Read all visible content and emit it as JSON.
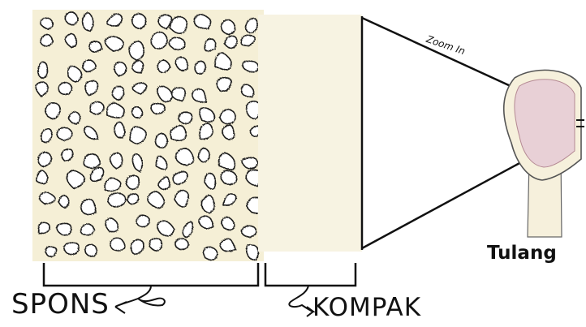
{
  "labels": {
    "spons": "SPONS",
    "kompak": "KOMPAK",
    "tulang": "Tulang",
    "zoom": "Zoom In"
  },
  "colors": {
    "spongy_fill": "#f5efd6",
    "compact_fill": "#f7f3e2",
    "marrow_fill": "#e8d0d6",
    "bone_fill": "#f6f0dc",
    "ink": "#111111"
  }
}
